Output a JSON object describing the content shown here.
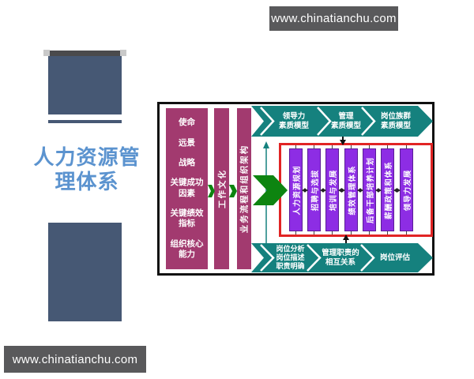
{
  "watermark_top": {
    "text": "www.chinatianchu.com"
  },
  "watermark_bottom": {
    "text": "www.chinatianchu.com"
  },
  "sidebar": {
    "title": "人力资源管\n理体系"
  },
  "diagram": {
    "foundation": {
      "items": [
        {
          "label": "使命"
        },
        {
          "label": "远景"
        },
        {
          "label": "战略"
        },
        {
          "label": "关键成功因素"
        },
        {
          "label": "关键绩效指标"
        },
        {
          "label": "组织核心能力"
        }
      ]
    },
    "culture": {
      "label": "工作文化"
    },
    "process": {
      "label": "业务流程和组织架构"
    },
    "top_band": {
      "items": [
        {
          "label": "领导力\n素质模型"
        },
        {
          "label": "管理\n素质模型"
        },
        {
          "label": "岗位族群\n素质模型"
        }
      ]
    },
    "bottom_band": {
      "items": [
        {
          "label": "岗位分析\n岗位描述\n职责明确"
        },
        {
          "label": "管理职责的\n相互关系"
        },
        {
          "label": "岗位评估"
        }
      ]
    },
    "pillars": {
      "items": [
        {
          "label": "人力资源规划"
        },
        {
          "label": "招聘与选拔"
        },
        {
          "label": "培训与发展"
        },
        {
          "label": "绩效管理体系"
        },
        {
          "label": "后备干部培养计划"
        },
        {
          "label": "薪酬政策和体系"
        },
        {
          "label": "领导力发展"
        }
      ]
    },
    "colors": {
      "magenta": "#a23a6f",
      "teal": "#15817e",
      "purple": "#8d2de4",
      "red": "#e12424",
      "green": "#0d8410",
      "slate": "#465874",
      "title_blue": "#5b93cf",
      "watermark_gray": "#59595b"
    }
  }
}
